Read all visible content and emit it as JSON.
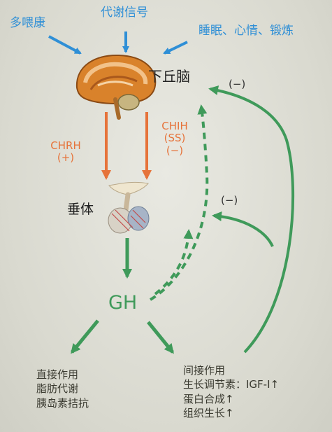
{
  "inputs": {
    "left": "多喂康",
    "center": "代谢信号",
    "right": "睡眠、心情、锻炼"
  },
  "hypothalamus": "下丘脑",
  "chrh": {
    "name": "CHRH",
    "sign": "(+)"
  },
  "chih": {
    "name": "CHIH",
    "alias": "(SS)",
    "sign": "(−)"
  },
  "pituitary": "垂体",
  "gh": "GH",
  "feedback": {
    "upper": "(−)",
    "lower": "(−)"
  },
  "direct": [
    "直接作用",
    "脂肪代谢",
    "胰岛素拮抗"
  ],
  "indirect": [
    "间接作用",
    "生长调节素：IGF-I↑",
    "蛋白合成↑",
    "组织生长↑"
  ],
  "colors": {
    "blue": "#2f8fd6",
    "orange": "#e6733a",
    "green": "#3f9a5a"
  }
}
